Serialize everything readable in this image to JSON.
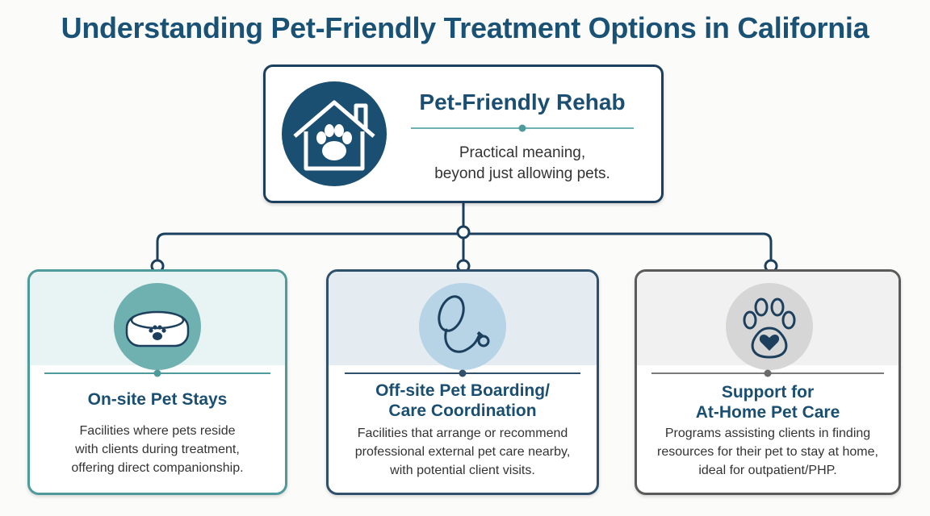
{
  "title": "Understanding Pet-Friendly Treatment Options in California",
  "center_node": {
    "title": "Pet-Friendly Rehab",
    "desc_line1": "Practical meaning,",
    "desc_line2": "beyond just allowing pets.",
    "icon": "house-paw-icon"
  },
  "options": [
    {
      "title_line1": "On-site Pet Stays",
      "desc_line1": "Facilities where pets reside",
      "desc_line2": "with clients during treatment,",
      "desc_line3": "offering direct companionship.",
      "icon": "pet-bed-icon"
    },
    {
      "title_line1": "Off-site Pet Boarding/",
      "title_line2": "Care Coordination",
      "desc_line1": "Facilities that arrange or recommend",
      "desc_line2": "professional external pet care nearby,",
      "desc_line3": "with potential client visits.",
      "icon": "leash-icon"
    },
    {
      "title_line1": "Support for",
      "title_line2": "At-Home Pet Care",
      "desc_line1": "Programs assisting clients in finding",
      "desc_line2": "resources for their pet to stay at home,",
      "desc_line3": "ideal for outpatient/PHP.",
      "icon": "paw-heart-icon"
    }
  ],
  "colors": {
    "title": "#1a5276",
    "connector": "#1b3f5c",
    "card1_border": "#4f9a9b",
    "card2_border": "#2f4f6a",
    "card3_border": "#5a5a5a"
  }
}
